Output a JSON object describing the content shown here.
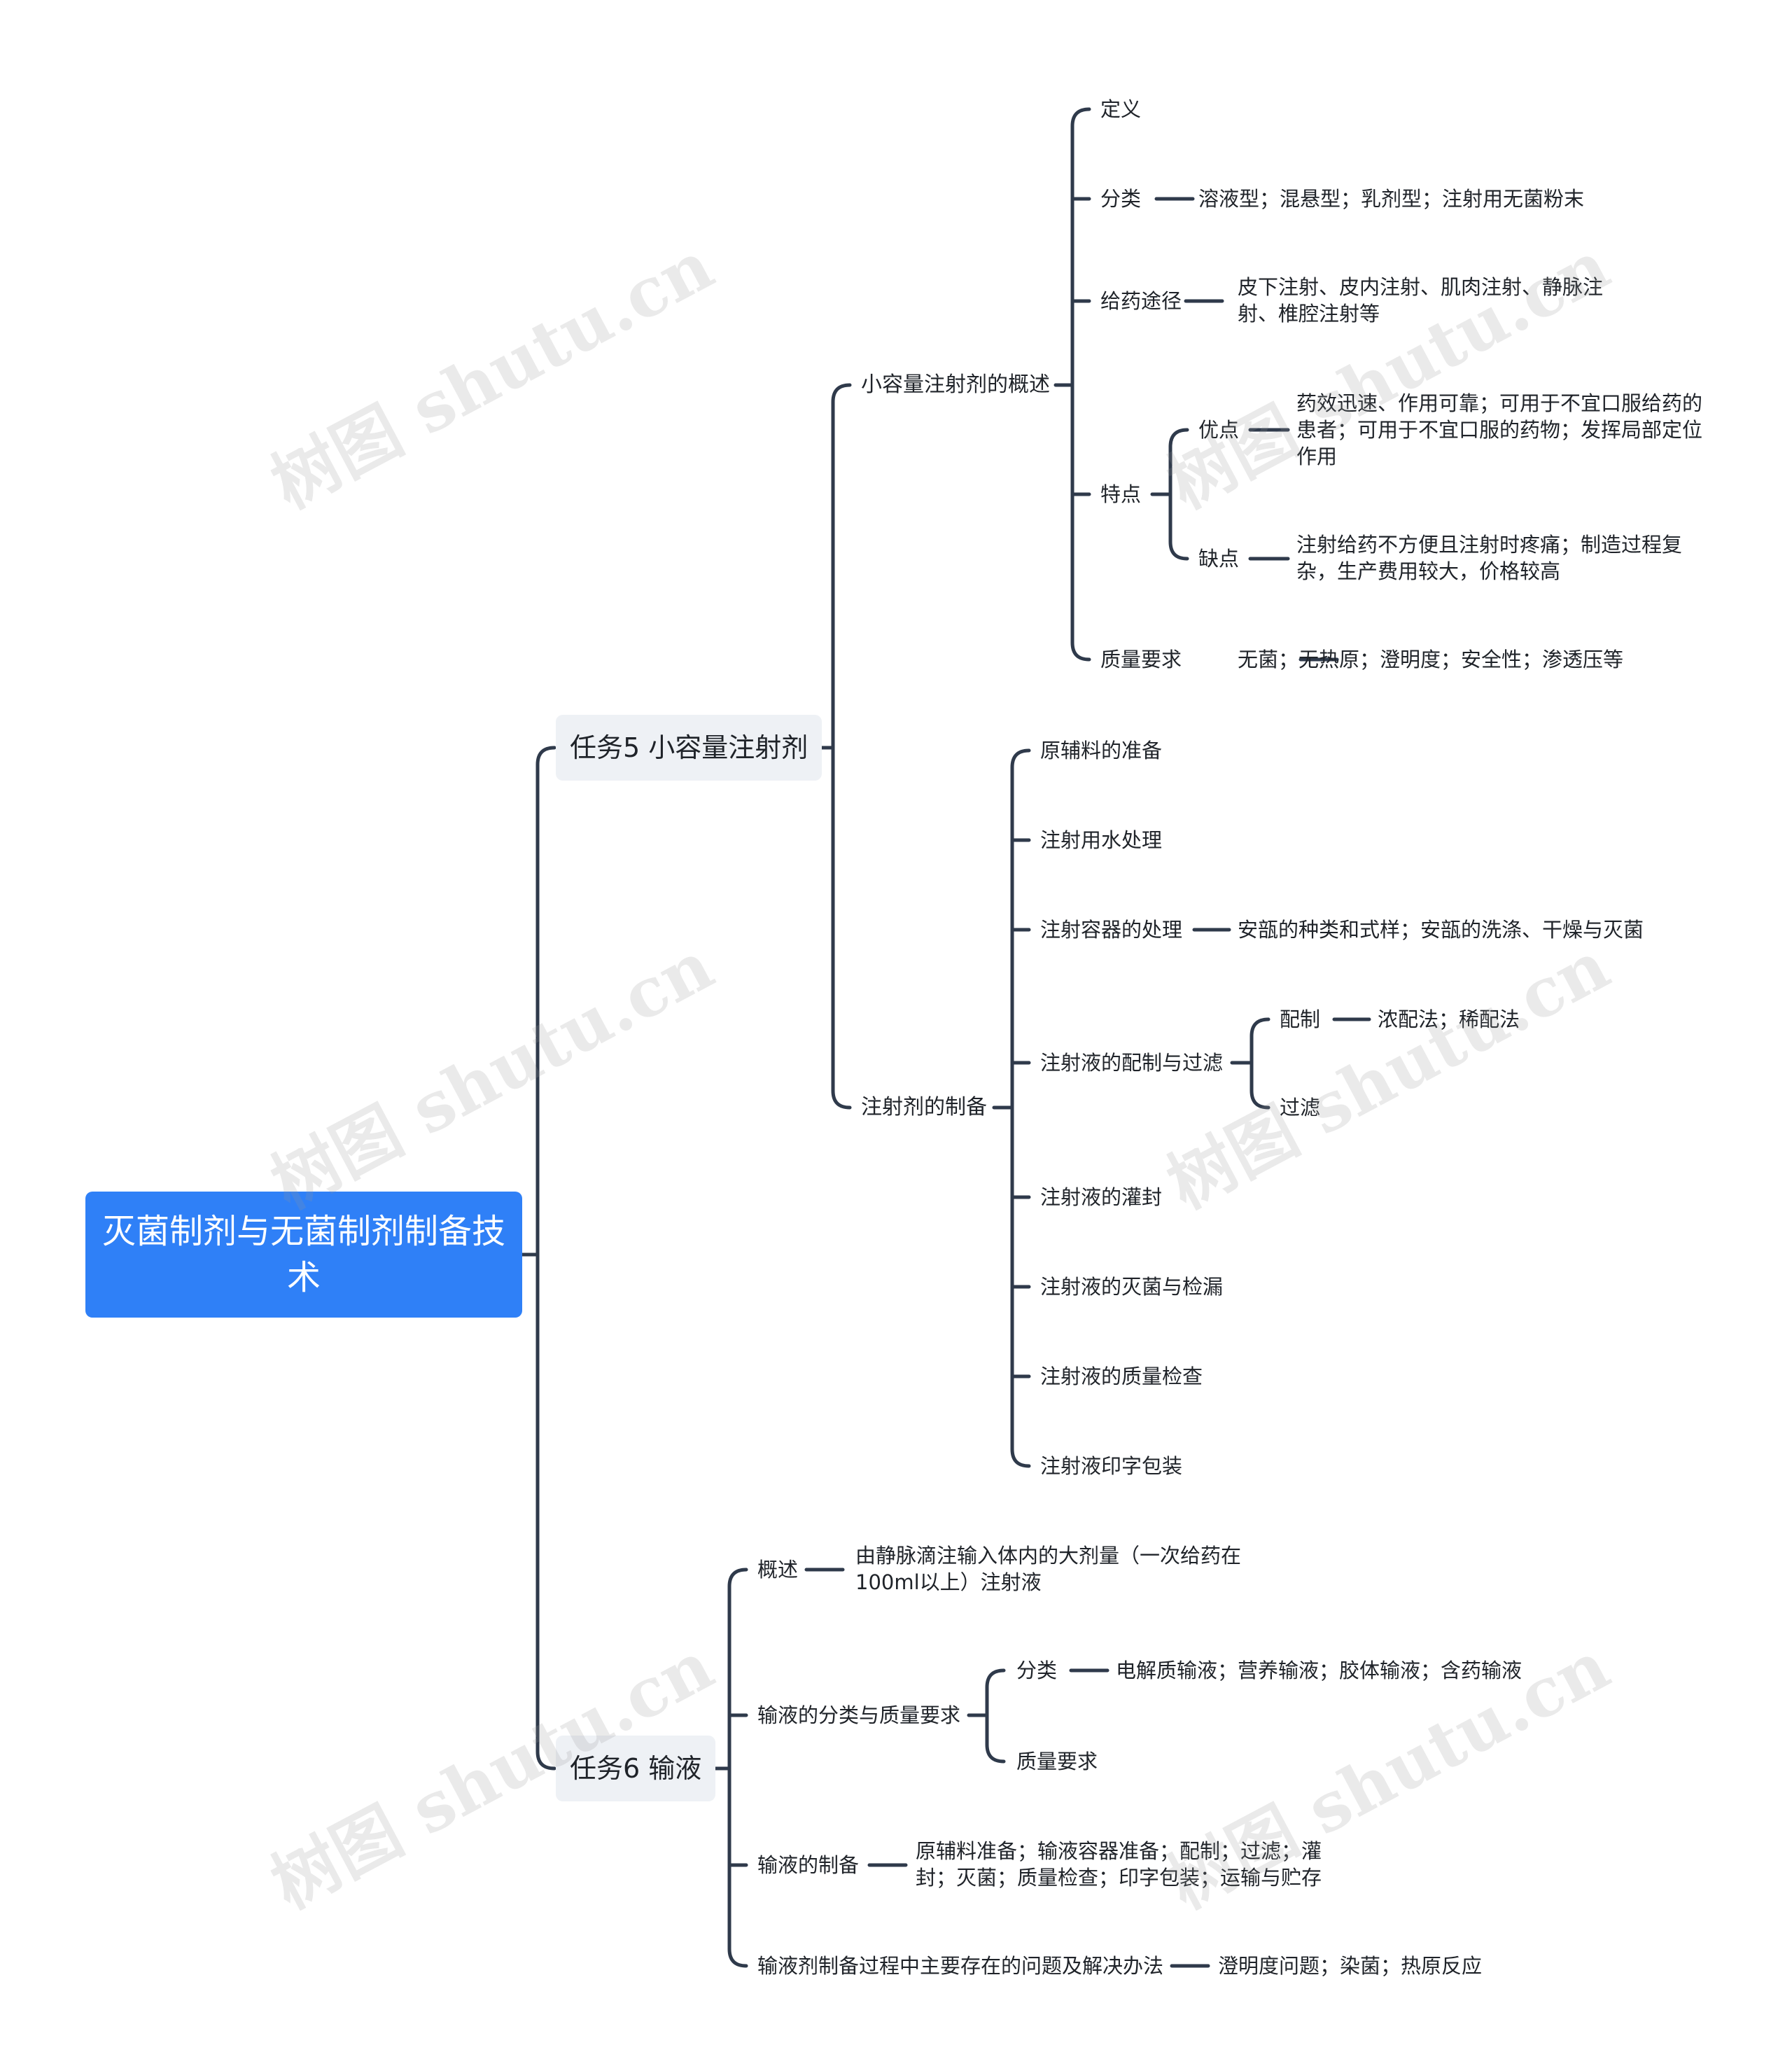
{
  "root": {
    "label": "灭菌制剂与无菌制剂制备技术"
  },
  "task5": {
    "label": "任务5 小容量注射剂",
    "overview": {
      "label": "小容量注射剂的概述",
      "definition": "定义",
      "classification": {
        "label": "分类",
        "detail": "溶液型；混悬型；乳剂型；注射用无菌粉末"
      },
      "route": {
        "label": "给药途径",
        "detail": "皮下注射、皮内注射、肌肉注射、静脉注射、椎腔注射等"
      },
      "features": {
        "label": "特点",
        "advantages": {
          "label": "优点",
          "detail": "药效迅速、作用可靠；可用于不宜口服给药的患者；可用于不宜口服的药物；发挥局部定位作用"
        },
        "disadvantages": {
          "label": "缺点",
          "detail": "注射给药不方便且注射时疼痛；制造过程复杂，生产费用较大，价格较高"
        }
      },
      "quality": {
        "label": "质量要求",
        "detail": "无菌；无热原；澄明度；安全性；渗透压等"
      }
    },
    "preparation": {
      "label": "注射剂的制备",
      "materials": "原辅料的准备",
      "water": "注射用水处理",
      "container": {
        "label": "注射容器的处理",
        "detail": "安瓿的种类和式样；安瓿的洗涤、干燥与灭菌"
      },
      "mixing": {
        "label": "注射液的配制与过滤",
        "compounding": {
          "label": "配制",
          "detail": "浓配法；稀配法"
        },
        "filtering": "过滤"
      },
      "filling": "注射液的灌封",
      "sterilization": "注射液的灭菌与检漏",
      "qc": "注射液的质量检查",
      "packaging": "注射液印字包装"
    }
  },
  "task6": {
    "label": "任务6 输液",
    "overview": {
      "label": "概述",
      "detail": "由静脉滴注输入体内的大剂量（一次给药在100ml以上）注射液"
    },
    "classification": {
      "label": "输液的分类与质量要求",
      "types": {
        "label": "分类",
        "detail": "电解质输液；营养输液；胶体输液；含药输液"
      },
      "quality": "质量要求"
    },
    "preparation": {
      "label": "输液的制备",
      "detail": "原辅料准备；输液容器准备；配制；过滤；灌封；灭菌；质量检查；印字包装；运输与贮存"
    },
    "problems": {
      "label": "输液剂制备过程中主要存在的问题及解决办法",
      "detail": "澄明度问题；染菌；热原反应"
    }
  },
  "watermark": "树图 shutu.cn"
}
